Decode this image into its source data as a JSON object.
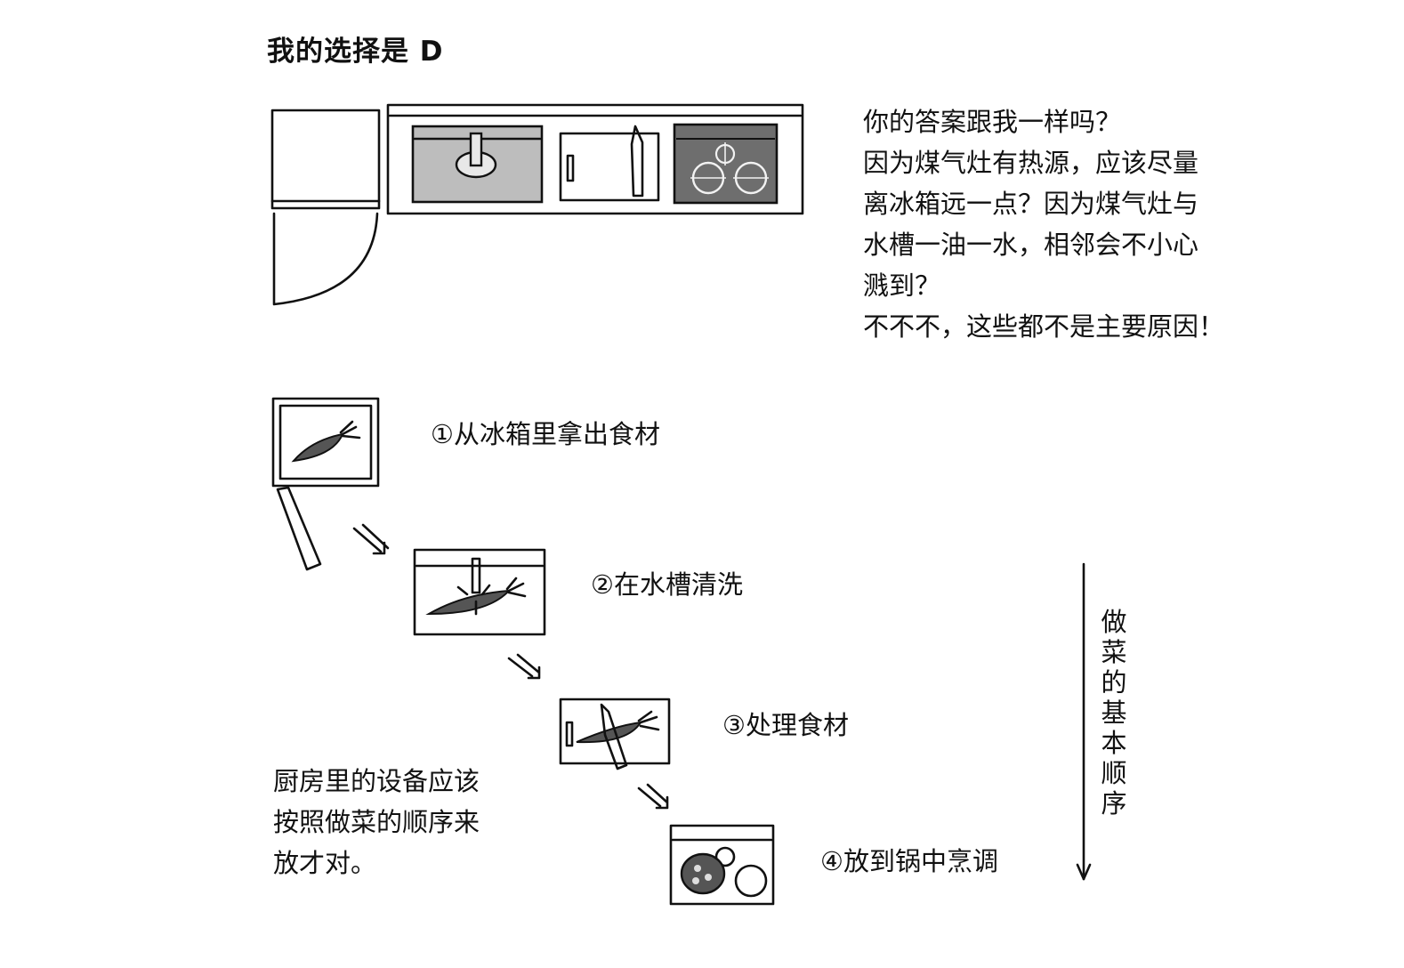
{
  "title": "我的选择是 D",
  "answer_lines": [
    "你的答案跟我一样吗？",
    "因为煤气灶有热源，应该尽量",
    "离冰箱远一点？因为煤气灶与",
    "水槽一油一水，相邻会不小心",
    "溅到？",
    "不不不，这些都不是主要原因！"
  ],
  "steps": [
    "①从冰箱里拿出食材",
    "②在水槽清洗",
    "③处理食材",
    "④放到锅中烹调"
  ],
  "note_lines": [
    "厨房里的设备应该",
    "按照做菜的顺序来",
    "放才对。"
  ],
  "flow_label": "做菜的基本顺序",
  "colors": {
    "ink": "#111111",
    "sink_fill": "#bdbdbd",
    "stove_fill": "#6e6e6e",
    "background": "#ffffff"
  }
}
